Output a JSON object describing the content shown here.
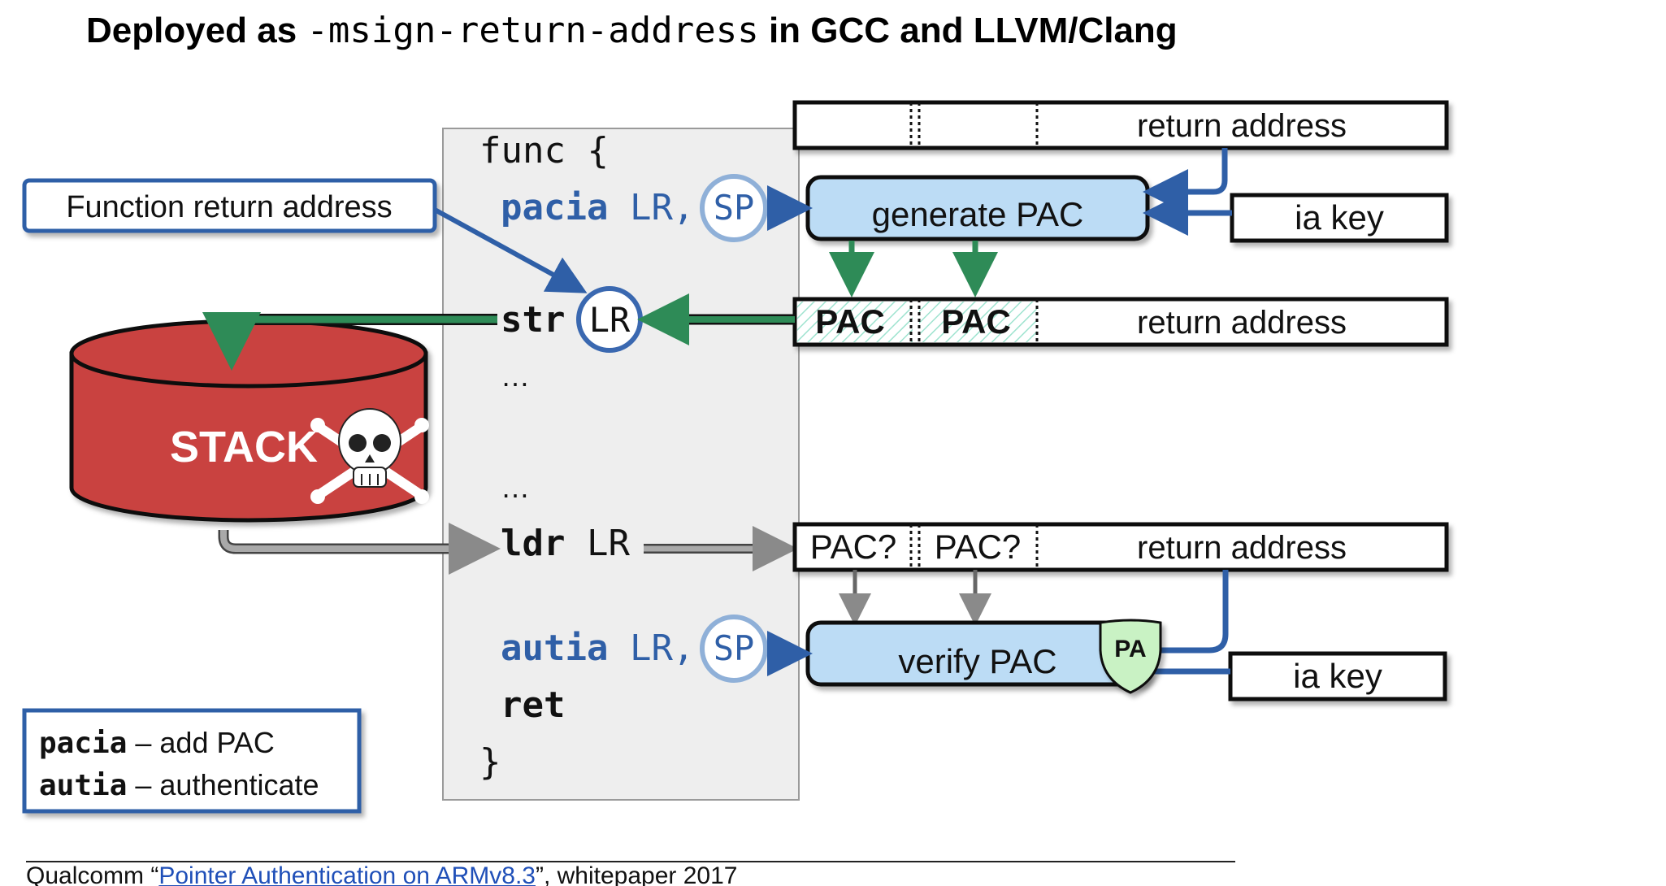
{
  "title": {
    "prefix": "Deployed as ",
    "flag": "-msign-return-address",
    "suffix": " in GCC and LLVM/Clang"
  },
  "code": {
    "open": "func {",
    "pacia_op": "pacia",
    "pacia_args": "LR,",
    "pacia_sp": "SP",
    "str_op": "str",
    "str_reg": "LR",
    "ellipsis1": "…",
    "ellipsis2": "…",
    "ldr_op": "ldr",
    "ldr_reg": "LR",
    "autia_op": "autia",
    "autia_args": "LR,",
    "autia_sp": "SP",
    "ret": "ret",
    "close": "}"
  },
  "callout": {
    "label": "Function return address"
  },
  "stack": {
    "label": "STACK",
    "skull_icon": "skull-crossbones-icon"
  },
  "registers": {
    "top": {
      "label": "return address"
    },
    "signed": {
      "pac1": "PAC",
      "pac2": "PAC",
      "label": "return address"
    },
    "loaded": {
      "pac1": "PAC?",
      "pac2": "PAC?",
      "label": "return address"
    }
  },
  "generate": {
    "label": "generate PAC",
    "key": "ia key"
  },
  "verify": {
    "label": "verify PAC",
    "key": "ia key",
    "badge": "PA"
  },
  "legend": {
    "pacia_op": "pacia",
    "pacia_desc": " – add PAC",
    "autia_op": "autia",
    "autia_desc": " – authenticate"
  },
  "citation": {
    "pre": "Qualcomm “",
    "link": "Pointer Authentication on ARMv8.3",
    "post": "”, whitepaper 2017"
  },
  "colors": {
    "blue_arrow": "#2f5fa7",
    "green_arrow": "#2e8b57",
    "gray_arrow": "#8c8c8c",
    "stack_red": "#c9423f",
    "pac_fill": "#bcdcf5",
    "code_bg": "#eeeeee",
    "keyword_blue": "#2f5fa7"
  }
}
